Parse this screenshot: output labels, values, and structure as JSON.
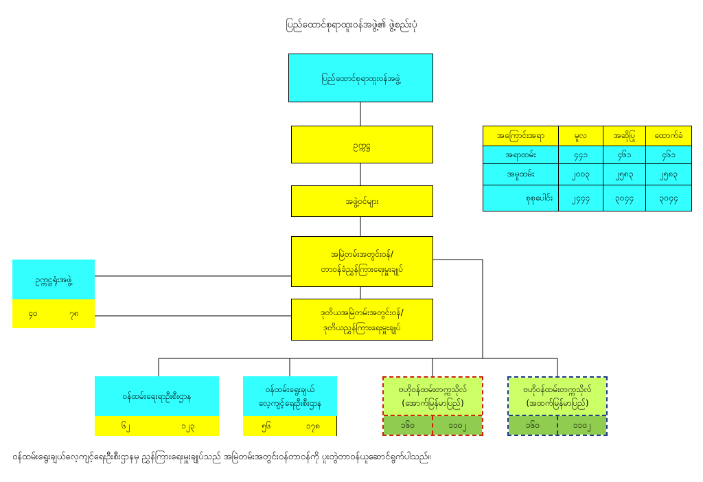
{
  "title": "ပြည်ထောင်စုရာထူးဝန်အဖွဲ့၏ ဖွဲ့စည်းပုံ",
  "nodes": {
    "commission": "ပြည်ထောင်စုရာထူးဝန်အဖွဲ့",
    "chairman": "ဥက္ကဋ္ဌ",
    "members": "အဖွဲ့ဝင်များ",
    "perm_secretary_line1": "အမြဲတမ်းအတွင်းဝန်/",
    "perm_secretary_line2": "တာဝန်ခံညွှန်ကြားရေးမှူးချုပ်",
    "deputy_line1": "ဒုတိယအမြဲတမ်းအတွင်းဝန်/",
    "deputy_line2": "ဒုတိယညွှန်ကြားရေးမှူးချုပ်",
    "chairman_office": {
      "label": "ဥက္ကဋ္ဌရုံးအဖွဲ့",
      "values": [
        "၄၀",
        "၇၈"
      ]
    },
    "departments": [
      {
        "line1": "ဝန်ထမ်းရေးရာဦးစီးဌာန",
        "line2": "",
        "values": [
          "၆၂",
          "၁၂၃"
        ]
      },
      {
        "line1": "ဝန်ထမ်းရွေးချယ်",
        "line2": "လေ့ကျင့်ရေးဦးစီးဌာန",
        "values": [
          "၅၆",
          "၁၇၈"
        ]
      },
      {
        "line1": "ဗဟိုဝန်ထမ်းတက္ကသိုလ်",
        "line2": "(အောက်မြန်မာပြည်)",
        "values": [
          "၁၆၀",
          "၁၁၀၂"
        ]
      },
      {
        "line1": "ဗဟိုဝန်ထမ်းတက္ကသိုလ်",
        "line2": "(အထက်မြန်မာပြည်)",
        "values": [
          "၁၆၀",
          "၁၁၀၂"
        ]
      }
    ]
  },
  "summary_table": {
    "headers": [
      "အကြောင်းအရာ",
      "မူလ",
      "အဆိုပြု",
      "ထောက်ခံ"
    ],
    "rows": [
      [
        "အရာထမ်း",
        "၄၄၁",
        "၄၆၁",
        "၄၆၁"
      ],
      [
        "အမှုထမ်း",
        "၂၀၀၃",
        "၂၅၈၃",
        "၂၅၈၃"
      ],
      [
        "စုစုပေါင်း",
        "၂၄၄၄",
        "၃၀၄၄",
        "၃၀၄၄"
      ]
    ]
  },
  "footer": "ဝန်ထမ်းရွေးချယ်လေ့ကျင့်ရေးဦးစီးဌာနမှ ညွှန်ကြားရေးမှူးချုပ်သည် အမြဲတမ်းအတွင်းဝန်တာဝန်ကို ပူးတွဲတာဝန်ယူဆောင်ရွက်ပါသည်။",
  "colors": {
    "cyan": "#33ffff",
    "yellow": "#ffff00",
    "lime": "#ccff66",
    "green": "#8fcc4f",
    "dash_red": "#cc2200",
    "dash_blue": "#1a3a8a"
  }
}
